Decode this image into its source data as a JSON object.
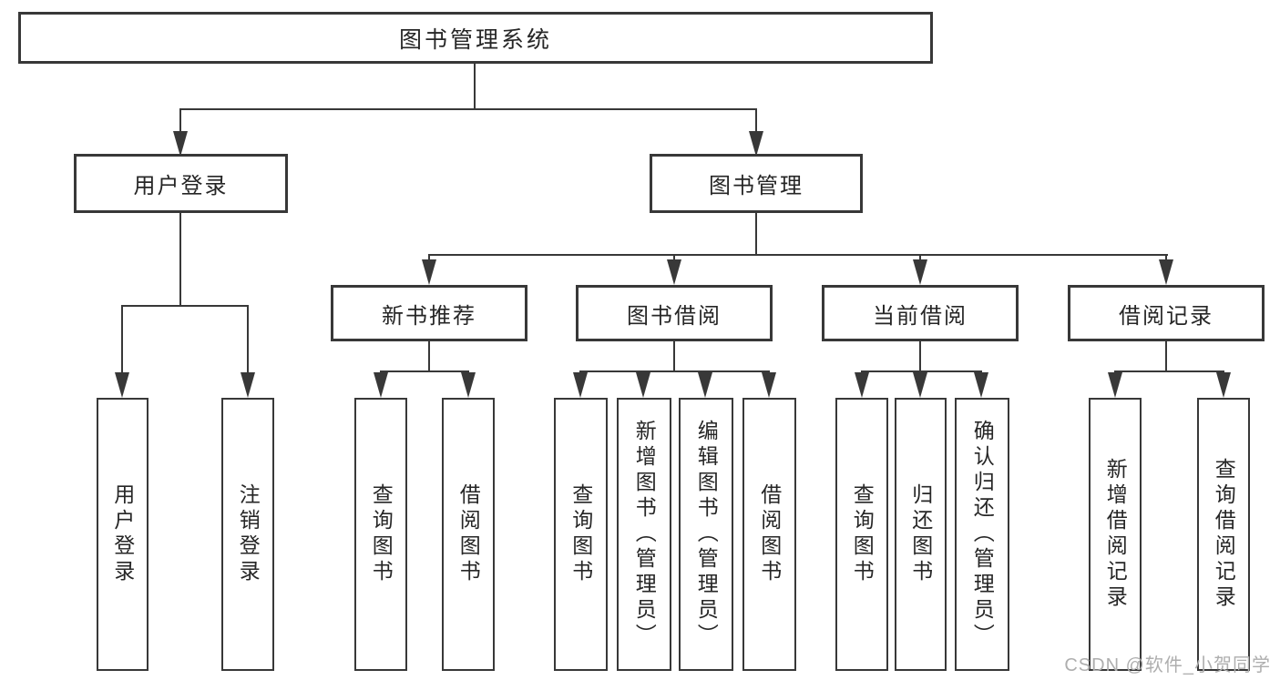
{
  "diagram": {
    "root": {
      "label": "图书管理系统"
    },
    "branches": [
      {
        "label": "用户登录",
        "children": [
          {
            "label": "用户登录"
          },
          {
            "label": "注销登录"
          }
        ]
      },
      {
        "label": "图书管理",
        "children": [
          {
            "label": "新书推荐",
            "children": [
              {
                "label": "查询图书"
              },
              {
                "label": "借阅图书"
              }
            ]
          },
          {
            "label": "图书借阅",
            "children": [
              {
                "label": "查询图书"
              },
              {
                "label": "新增图书（管理员）"
              },
              {
                "label": "编辑图书（管理员）"
              },
              {
                "label": "借阅图书"
              }
            ]
          },
          {
            "label": "当前借阅",
            "children": [
              {
                "label": "查询图书"
              },
              {
                "label": "归还图书"
              },
              {
                "label": "确认归还（管理员）"
              }
            ]
          },
          {
            "label": "借阅记录",
            "children": [
              {
                "label": "新增借阅记录"
              },
              {
                "label": "查询借阅记录"
              }
            ]
          }
        ]
      }
    ],
    "watermark": "CSDN @软件_小贺同学"
  },
  "colors": {
    "line": "#383838",
    "text": "#262626",
    "background": "#ffffff",
    "watermark": "#aeaeae"
  }
}
